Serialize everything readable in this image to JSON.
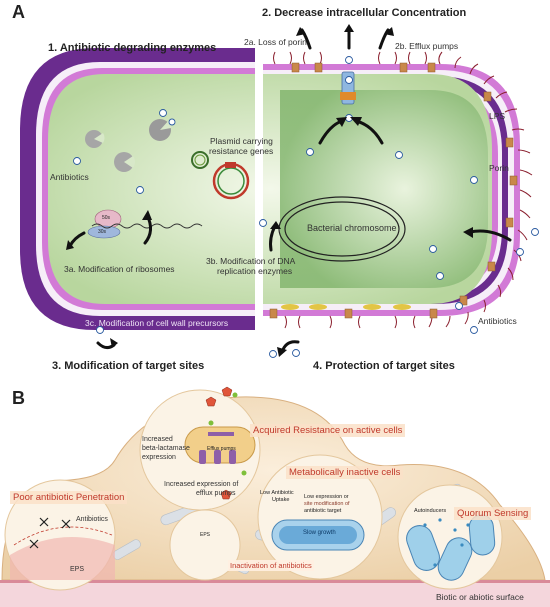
{
  "panel_a": {
    "letter": "A",
    "heading_1": "1. Antibiotic degrading enzymes",
    "heading_2": "2. Decrease intracellular Concentration",
    "label_2a": "2a. Loss of porin",
    "label_2b": "2b. Efflux pumps",
    "label_lps": "LPS",
    "label_porin": "Porin",
    "label_antibiotics_in": "Antibiotics",
    "label_antibiotics_out": "Antibiotics",
    "label_plasmid_1": "Plasmid carrying",
    "label_plasmid_2": "resistance genes",
    "label_chromosome": "Bacterial chromosome",
    "label_50s": "50s",
    "label_30s": "30s",
    "label_3a": "3a. Modification of ribosomes",
    "label_3b_1": "3b. Modification of DNA",
    "label_3b_2": "replication enzymes",
    "label_3c": "3c. Modification of cell wall precursors",
    "heading_3": "3. Modification of target sites",
    "heading_4": "4. Protection of target sites"
  },
  "panel_b": {
    "letter": "B",
    "banner_acquired": "Acquired Resistance on active cells",
    "label_beta_1": "Increased",
    "label_beta_2": "beta-lactamase",
    "label_beta_3": "expression",
    "label_efflux_pumps": "Efflux pumps",
    "label_efflux_expr_1": "Increased  expression of",
    "label_efflux_expr_2": "efflux pumps",
    "banner_metabolic": "Metabolically inactive cells",
    "label_low_uptake_1": "Low Antibiotic",
    "label_low_uptake_2": "Uptake",
    "label_low_expr_1": "Low expression or",
    "label_low_expr_2": "site modification of",
    "label_low_expr_3": "antibiotic target",
    "label_slow_growth": "Slow growth",
    "banner_poor": "Poor antibiotic Penetration",
    "label_antibiotics": "Antibiotics",
    "label_eps_big": "EPS",
    "label_eps_small": "EPS",
    "banner_inactivation": "Inactivation of antibiotics",
    "label_autoinducers": "Autoinducers",
    "banner_quorum": "Quorum Sensing",
    "label_surface": "Biotic or abiotic surface"
  },
  "colors": {
    "outer_membrane": "#6a2c8e",
    "inner_membrane": "#d27ad6",
    "cytoplasm": "#cfe3b8",
    "porin": "#c9884a",
    "banner_text": "#c0392b",
    "biofilm": "#f3dcb8",
    "surface": "#e8b6bf"
  }
}
